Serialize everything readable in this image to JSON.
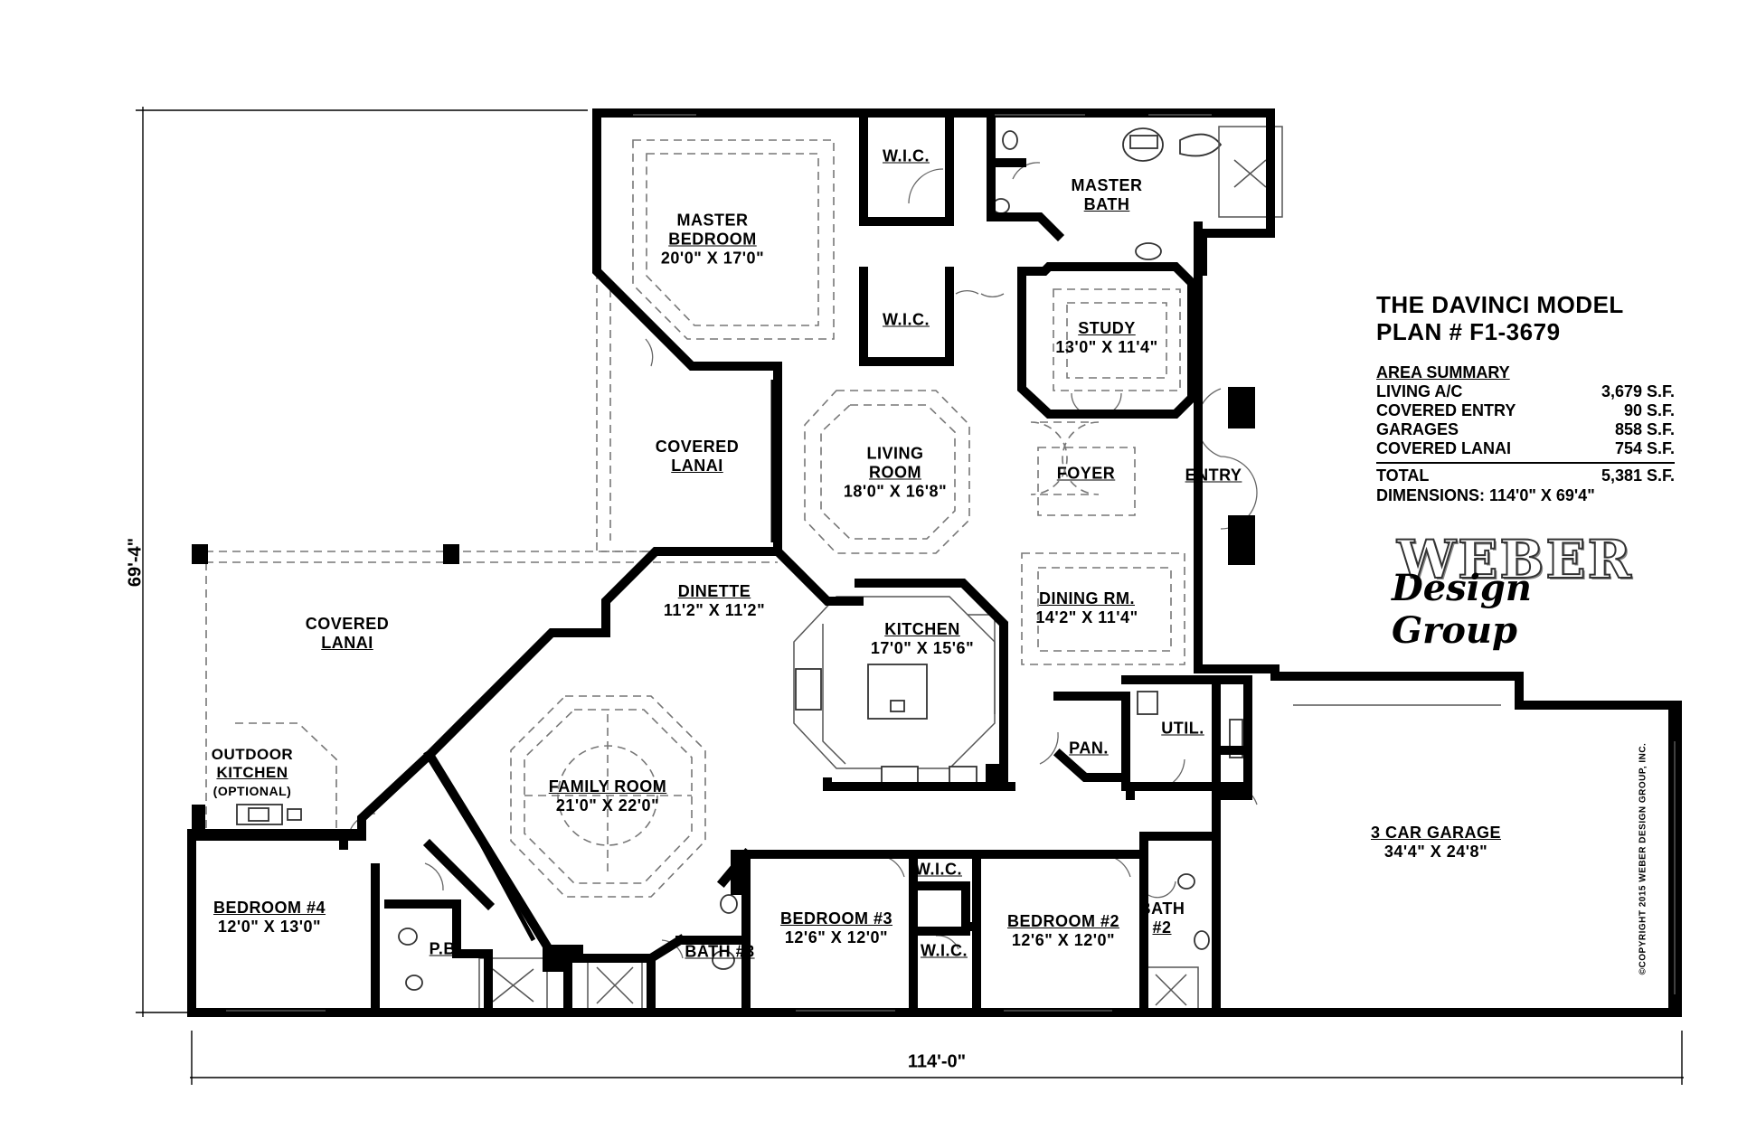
{
  "title": {
    "model": "THE DAVINCI MODEL",
    "plan": "PLAN # F1-3679"
  },
  "area_summary": {
    "heading": "AREA SUMMARY",
    "rows": [
      {
        "label": "LIVING A/C",
        "value": "3,679 S.F."
      },
      {
        "label": "COVERED ENTRY",
        "value": "90 S.F."
      },
      {
        "label": "GARAGES",
        "value": "858 S.F."
      },
      {
        "label": "COVERED LANAI",
        "value": "754 S.F."
      }
    ],
    "total": {
      "label": "TOTAL",
      "value": "5,381 S.F."
    },
    "dimensions": "DIMENSIONS: 114'0\" X 69'4\""
  },
  "logo": {
    "line1": "WEBER",
    "line2": "Design Group"
  },
  "overall": {
    "width": "114'-0\"",
    "depth": "69'-4\""
  },
  "copyright": "©COPYRIGHT 2015 WEBER DESIGN GROUP, INC.",
  "rooms": {
    "master_bedroom": {
      "name": "MASTER BEDROOM",
      "name1": "MASTER",
      "name2": "BEDROOM",
      "dims": "20'0\" X 17'0\""
    },
    "wic_top": {
      "name": "W.I.C."
    },
    "wic_mid": {
      "name": "W.I.C."
    },
    "master_bath": {
      "name1": "MASTER",
      "name2": "BATH"
    },
    "study": {
      "name": "STUDY",
      "dims": "13'0\" X 11'4\""
    },
    "covered_lanai_upper": {
      "name1": "COVERED",
      "name2": "LANAI"
    },
    "living_room": {
      "name1": "LIVING",
      "name2": "ROOM",
      "dims": "18'0\" X 16'8\""
    },
    "foyer": {
      "name": "FOYER"
    },
    "entry": {
      "name": "ENTRY"
    },
    "covered_lanai_left": {
      "name1": "COVERED",
      "name2": "LANAI"
    },
    "dinette": {
      "name": "DINETTE",
      "dims": "11'2\" X 11'2\""
    },
    "kitchen": {
      "name": "KITCHEN",
      "dims": "17'0\" X 15'6\""
    },
    "dining": {
      "name": "DINING RM.",
      "dims": "14'2\" X 11'4\""
    },
    "outdoor_kitchen": {
      "name1": "OUTDOOR",
      "name2": "KITCHEN",
      "name3": "(OPTIONAL)"
    },
    "family_room": {
      "name": "FAMILY ROOM",
      "dims": "21'0\" X 22'0\""
    },
    "pantry": {
      "name": "PAN."
    },
    "util": {
      "name": "UTIL."
    },
    "garage": {
      "name": "3 CAR GARAGE",
      "dims": "34'4\" X 24'8\""
    },
    "bedroom4": {
      "name": "BEDROOM #4",
      "dims": "12'0\" X 13'0\""
    },
    "pb": {
      "name": "P.B."
    },
    "bath3": {
      "name": "BATH #3"
    },
    "bedroom3": {
      "name": "BEDROOM #3",
      "dims": "12'6\" X 12'0\""
    },
    "wic_b3": {
      "name": "W.I.C."
    },
    "wic_b2": {
      "name": "W.I.C."
    },
    "bedroom2": {
      "name": "BEDROOM #2",
      "dims": "12'6\" X 12'0\""
    },
    "bath2": {
      "name1": "BATH",
      "name2": "#2"
    }
  }
}
